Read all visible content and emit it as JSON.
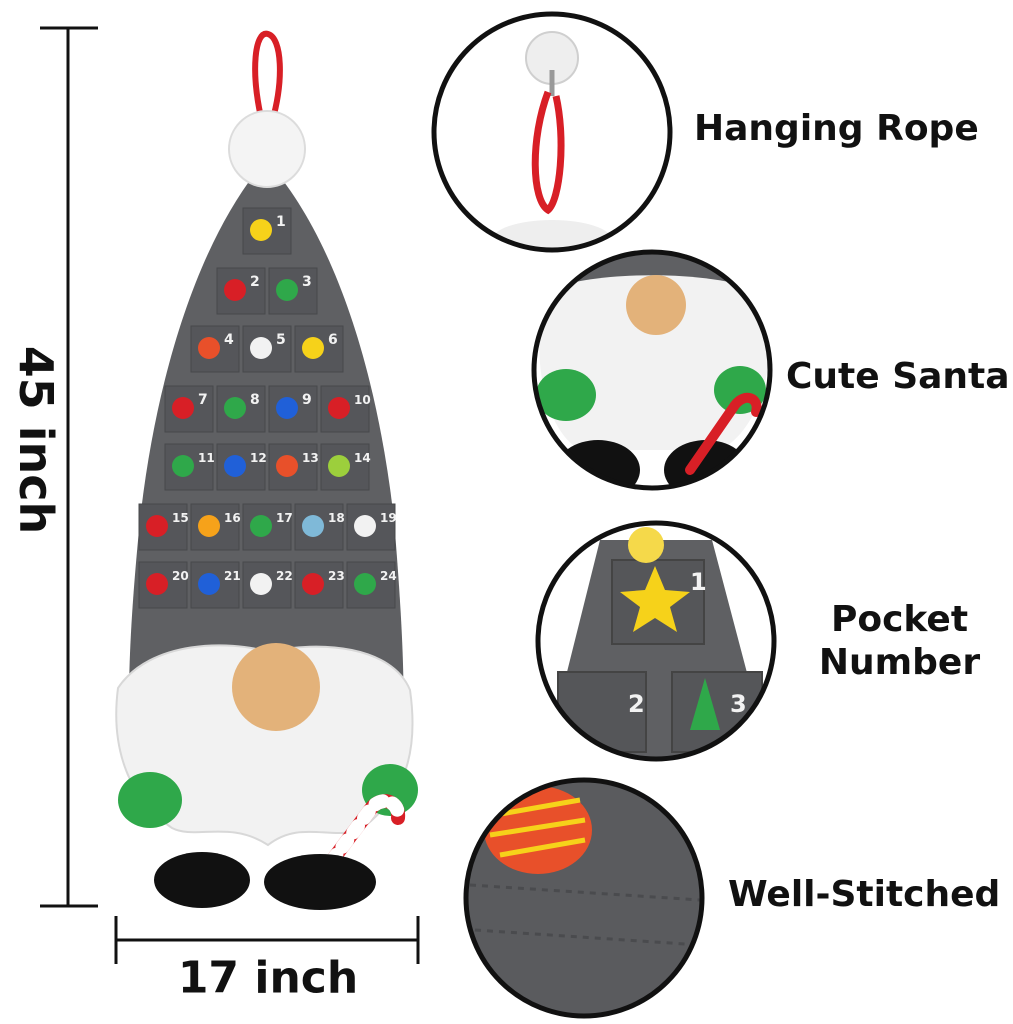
{
  "dimensions": {
    "height": "45 inch",
    "width": "17 inch"
  },
  "features": [
    {
      "label": "Hanging Rope",
      "icon": "hook-rope-icon"
    },
    {
      "label": "Cute Santa",
      "icon": "gnome-face-icon"
    },
    {
      "label": "Pocket\nNumber",
      "icon": "pocket-number-icon"
    },
    {
      "label": "Well-Stitched",
      "icon": "stitched-felt-icon"
    }
  ],
  "pocket_numbers": [
    "1",
    "2",
    "3",
    "4",
    "5",
    "6",
    "7",
    "8",
    "9",
    "10",
    "11",
    "12",
    "13",
    "14",
    "15",
    "16",
    "17",
    "18",
    "19",
    "20",
    "21",
    "22",
    "23",
    "24"
  ],
  "colors": {
    "felt_gray": "#5f6063",
    "beard_white": "#f2f2f2",
    "nose_tan": "#e3b27a",
    "mitten_green": "#2fa84a",
    "boot_black": "#111111",
    "rope_red": "#d81f26"
  }
}
